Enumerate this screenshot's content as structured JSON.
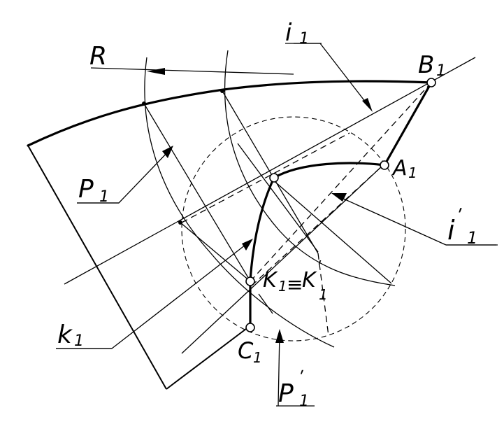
{
  "labels": {
    "R": "R",
    "i1": "i",
    "i1_sub": "1",
    "B1": "B",
    "B1_sub": "1",
    "A1": "A",
    "A1_sub": "1",
    "P1": "P",
    "P1_sub": "1",
    "i1p": "i",
    "i1p_sub": "1",
    "K1": "K",
    "K1_sub": "1",
    "eq": "≡",
    "K1p": "K",
    "K1p_sub": "1",
    "k1": "k",
    "k1_sub": "1",
    "C1": "C",
    "C1_sub": "1",
    "P1p": "P",
    "P1p_sub": "1"
  }
}
